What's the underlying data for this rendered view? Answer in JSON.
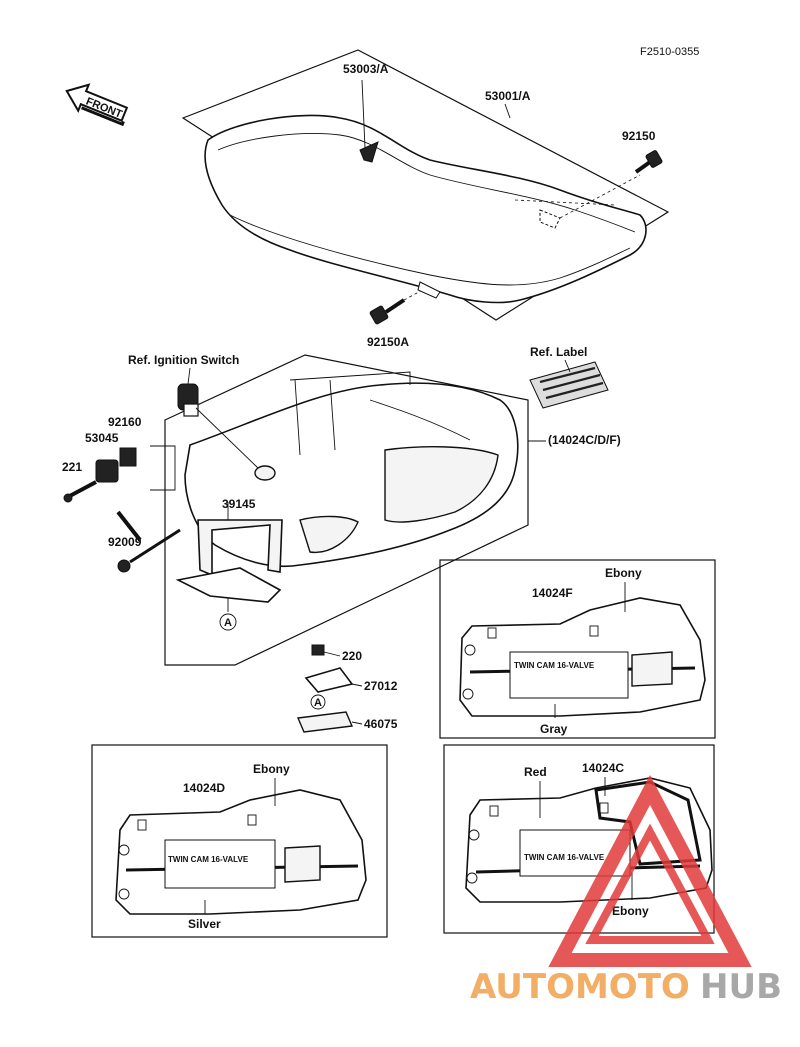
{
  "figure_code": "F2510-0355",
  "front_tag": "FRONT",
  "labels": {
    "seat_cover": "53003/A",
    "seat": "53001/A",
    "bolt_a": "92150",
    "bolt_b": "92150A",
    "ignition": "Ref. Ignition Switch",
    "ref_label": "Ref. Label",
    "tail_cover": "(14024C/D/F)",
    "p92160": "92160",
    "p53045": "53045",
    "p221": "221",
    "p39145": "39145",
    "p92009": "92009",
    "p220": "220",
    "p27012": "27012",
    "p46075": "46075",
    "ref_a1": "A",
    "ref_a2": "A"
  },
  "variants": {
    "f": {
      "part": "14024F",
      "top_color": "Ebony",
      "bottom_color": "Gray",
      "decal": "TWIN CAM 16-VALVE"
    },
    "d": {
      "part": "14024D",
      "top_color": "Ebony",
      "bottom_color": "Silver",
      "decal": "TWIN CAM 16-VALVE"
    },
    "c": {
      "part": "14024C",
      "top_color": "Red",
      "bottom_color": "Ebony",
      "decal": "TWIN CAM 16-VALVE"
    }
  },
  "watermark": {
    "part1": "AUTOMOTO",
    "part2": "HUB",
    "color1": "#f0a04a",
    "color2": "#9a9a9a",
    "accent": "#e23a3a"
  },
  "icons": [
    "front-arrow-icon",
    "watermark-triangle-icon"
  ]
}
